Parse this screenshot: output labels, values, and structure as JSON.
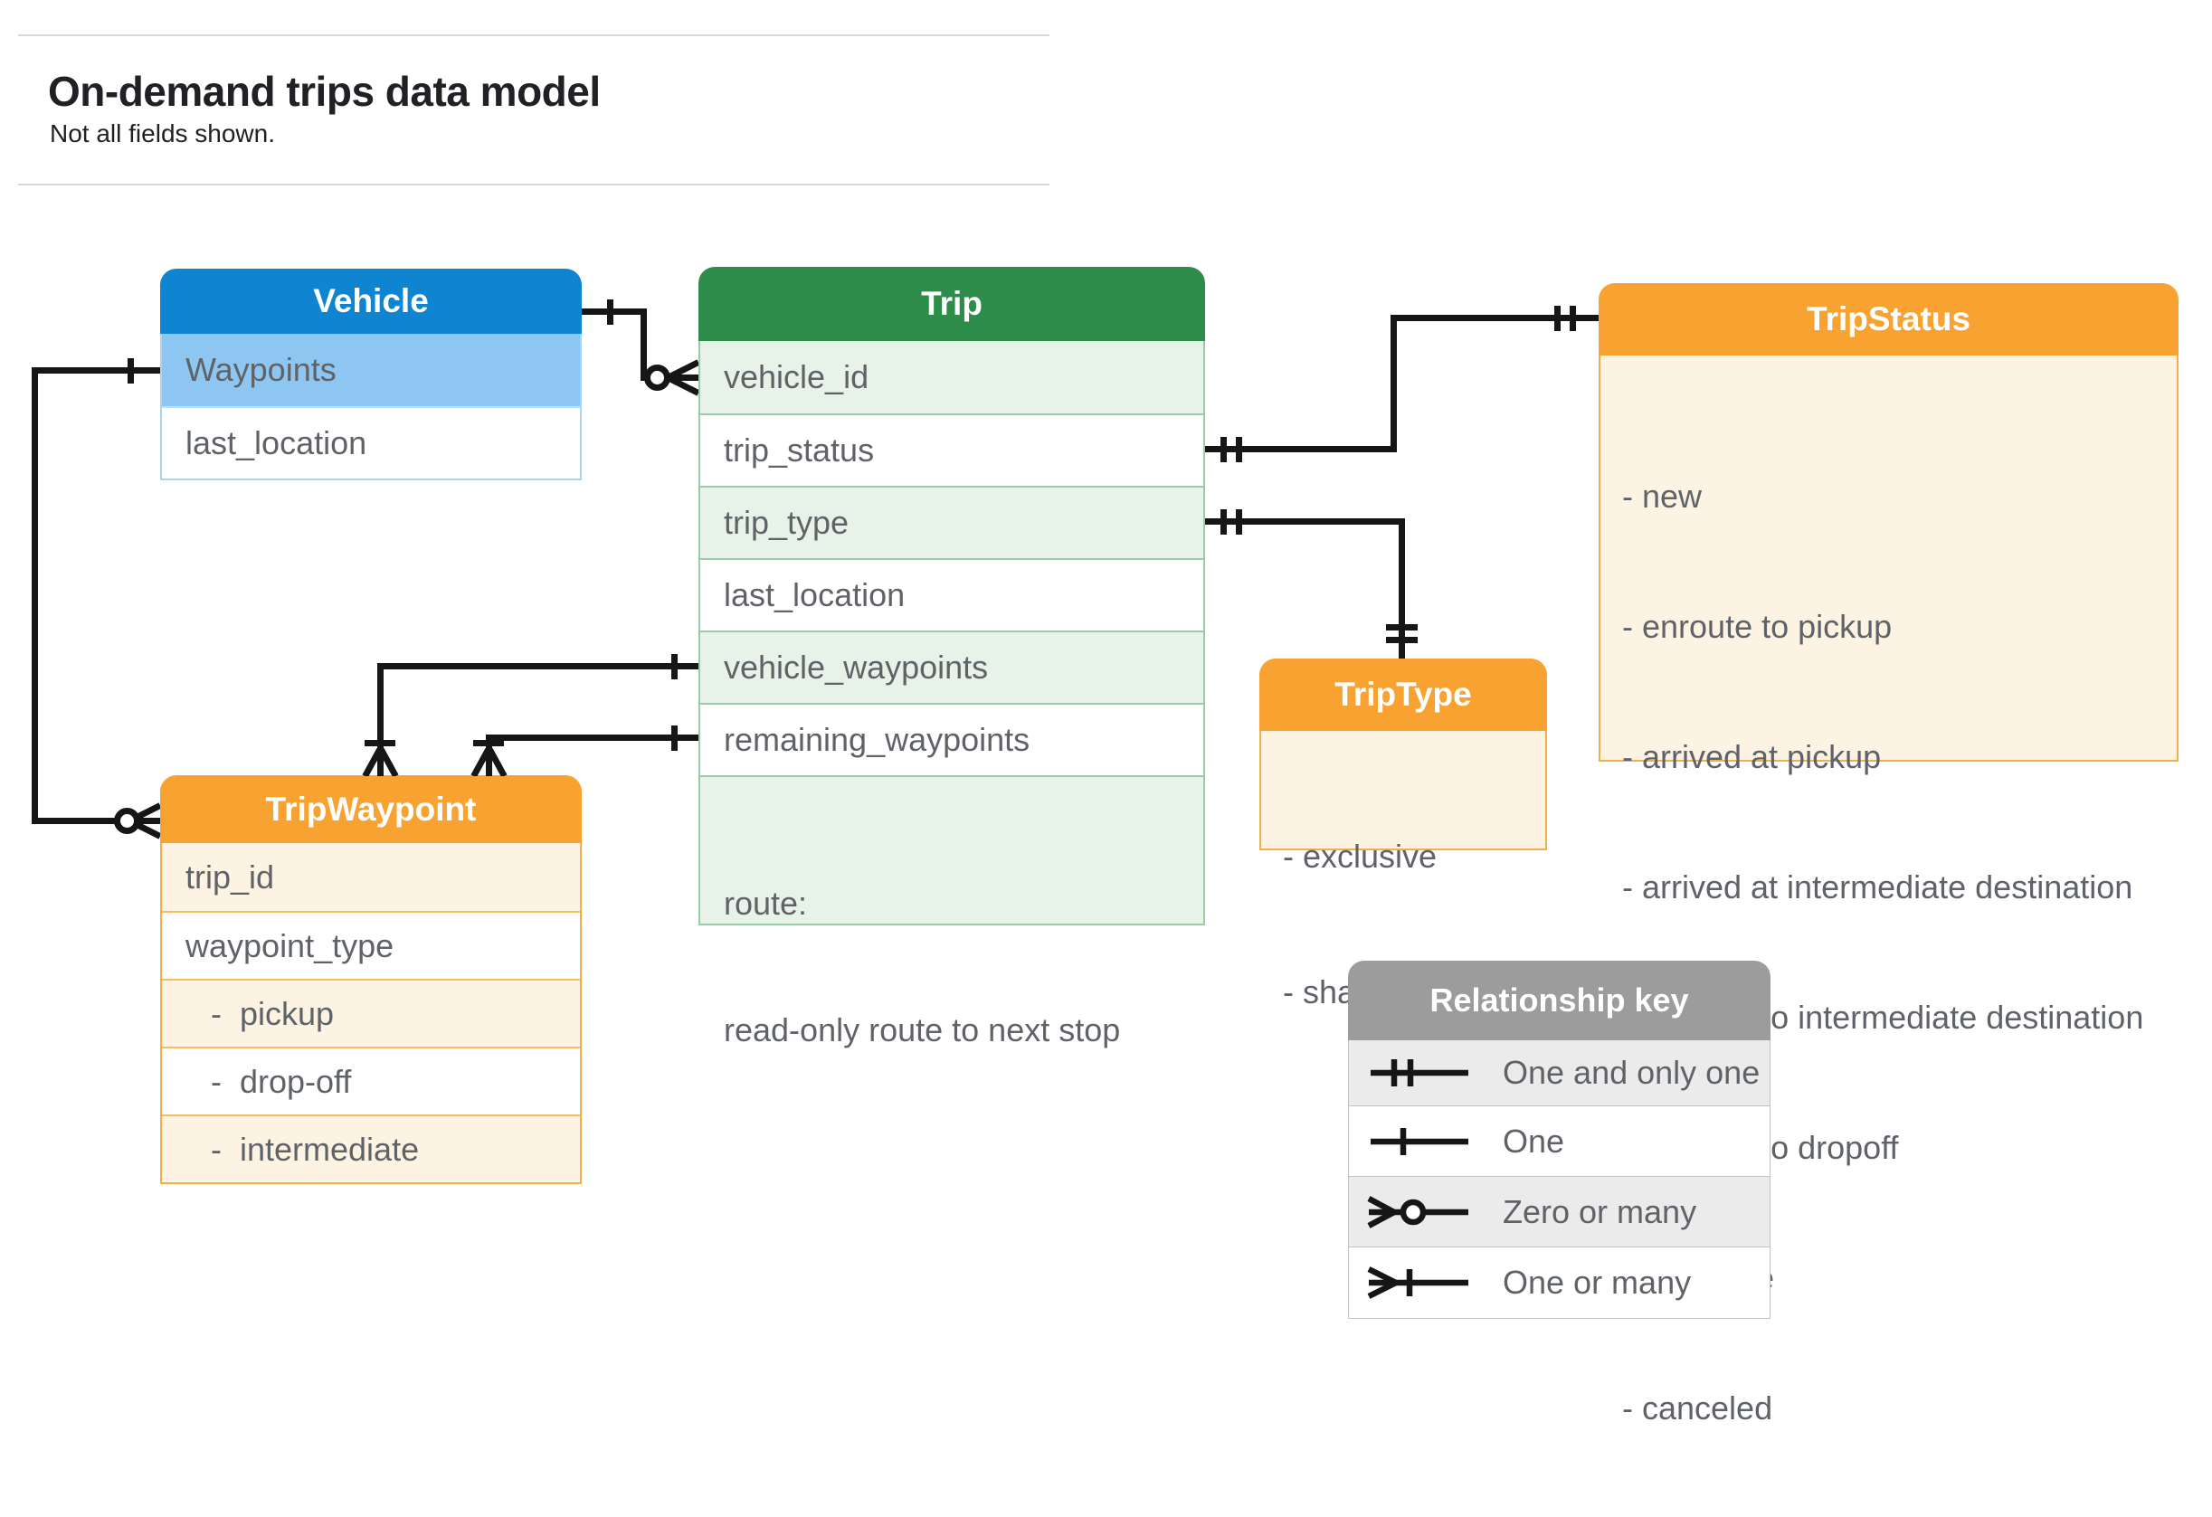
{
  "page": {
    "title": "On-demand trips data model",
    "subtitle": "Not all fields shown."
  },
  "entities": {
    "vehicle": {
      "title": "Vehicle",
      "rows": [
        "Waypoints",
        "last_location"
      ]
    },
    "trip": {
      "title": "Trip",
      "rows": [
        "vehicle_id",
        "trip_status",
        "trip_type",
        "last_location",
        "vehicle_waypoints",
        "remaining_waypoints"
      ],
      "route_line1": "route:",
      "route_line2": "read-only route to next stop"
    },
    "trip_status": {
      "title": "TripStatus",
      "items": [
        "- new",
        "- enroute to pickup",
        "- arrived at pickup",
        "- arrived at intermediate destination",
        "- enroute to intermediate destination",
        "- enroute to dropoff",
        "- complete",
        "- canceled"
      ]
    },
    "trip_type": {
      "title": "TripType",
      "items": [
        "- exclusive",
        "- shared"
      ]
    },
    "trip_waypoint": {
      "title": "TripWaypoint",
      "rows": [
        "trip_id",
        "waypoint_type",
        "-  pickup",
        "-  drop-off",
        "-  intermediate"
      ]
    }
  },
  "legend": {
    "title": "Relationship key",
    "rows": [
      {
        "symbol": "one-and-only-one",
        "label": "One and only one"
      },
      {
        "symbol": "one",
        "label": "One"
      },
      {
        "symbol": "zero-or-many",
        "label": "Zero or many"
      },
      {
        "symbol": "one-or-many",
        "label": "One or many"
      }
    ]
  },
  "colors": {
    "vehicle_header": "#0f85d2",
    "vehicle_highlight_row": "#8dc7f1",
    "trip_header": "#2d8c49",
    "trip_tint_row": "#e7f2e9",
    "enum_header": "#f8a331",
    "enum_row": "#fdf3e2",
    "legend_header": "#9c9c9c",
    "legend_tint_row": "#ebebeb",
    "connector": "#161616",
    "row_text": "#5f6368",
    "title_text": "#202124"
  }
}
